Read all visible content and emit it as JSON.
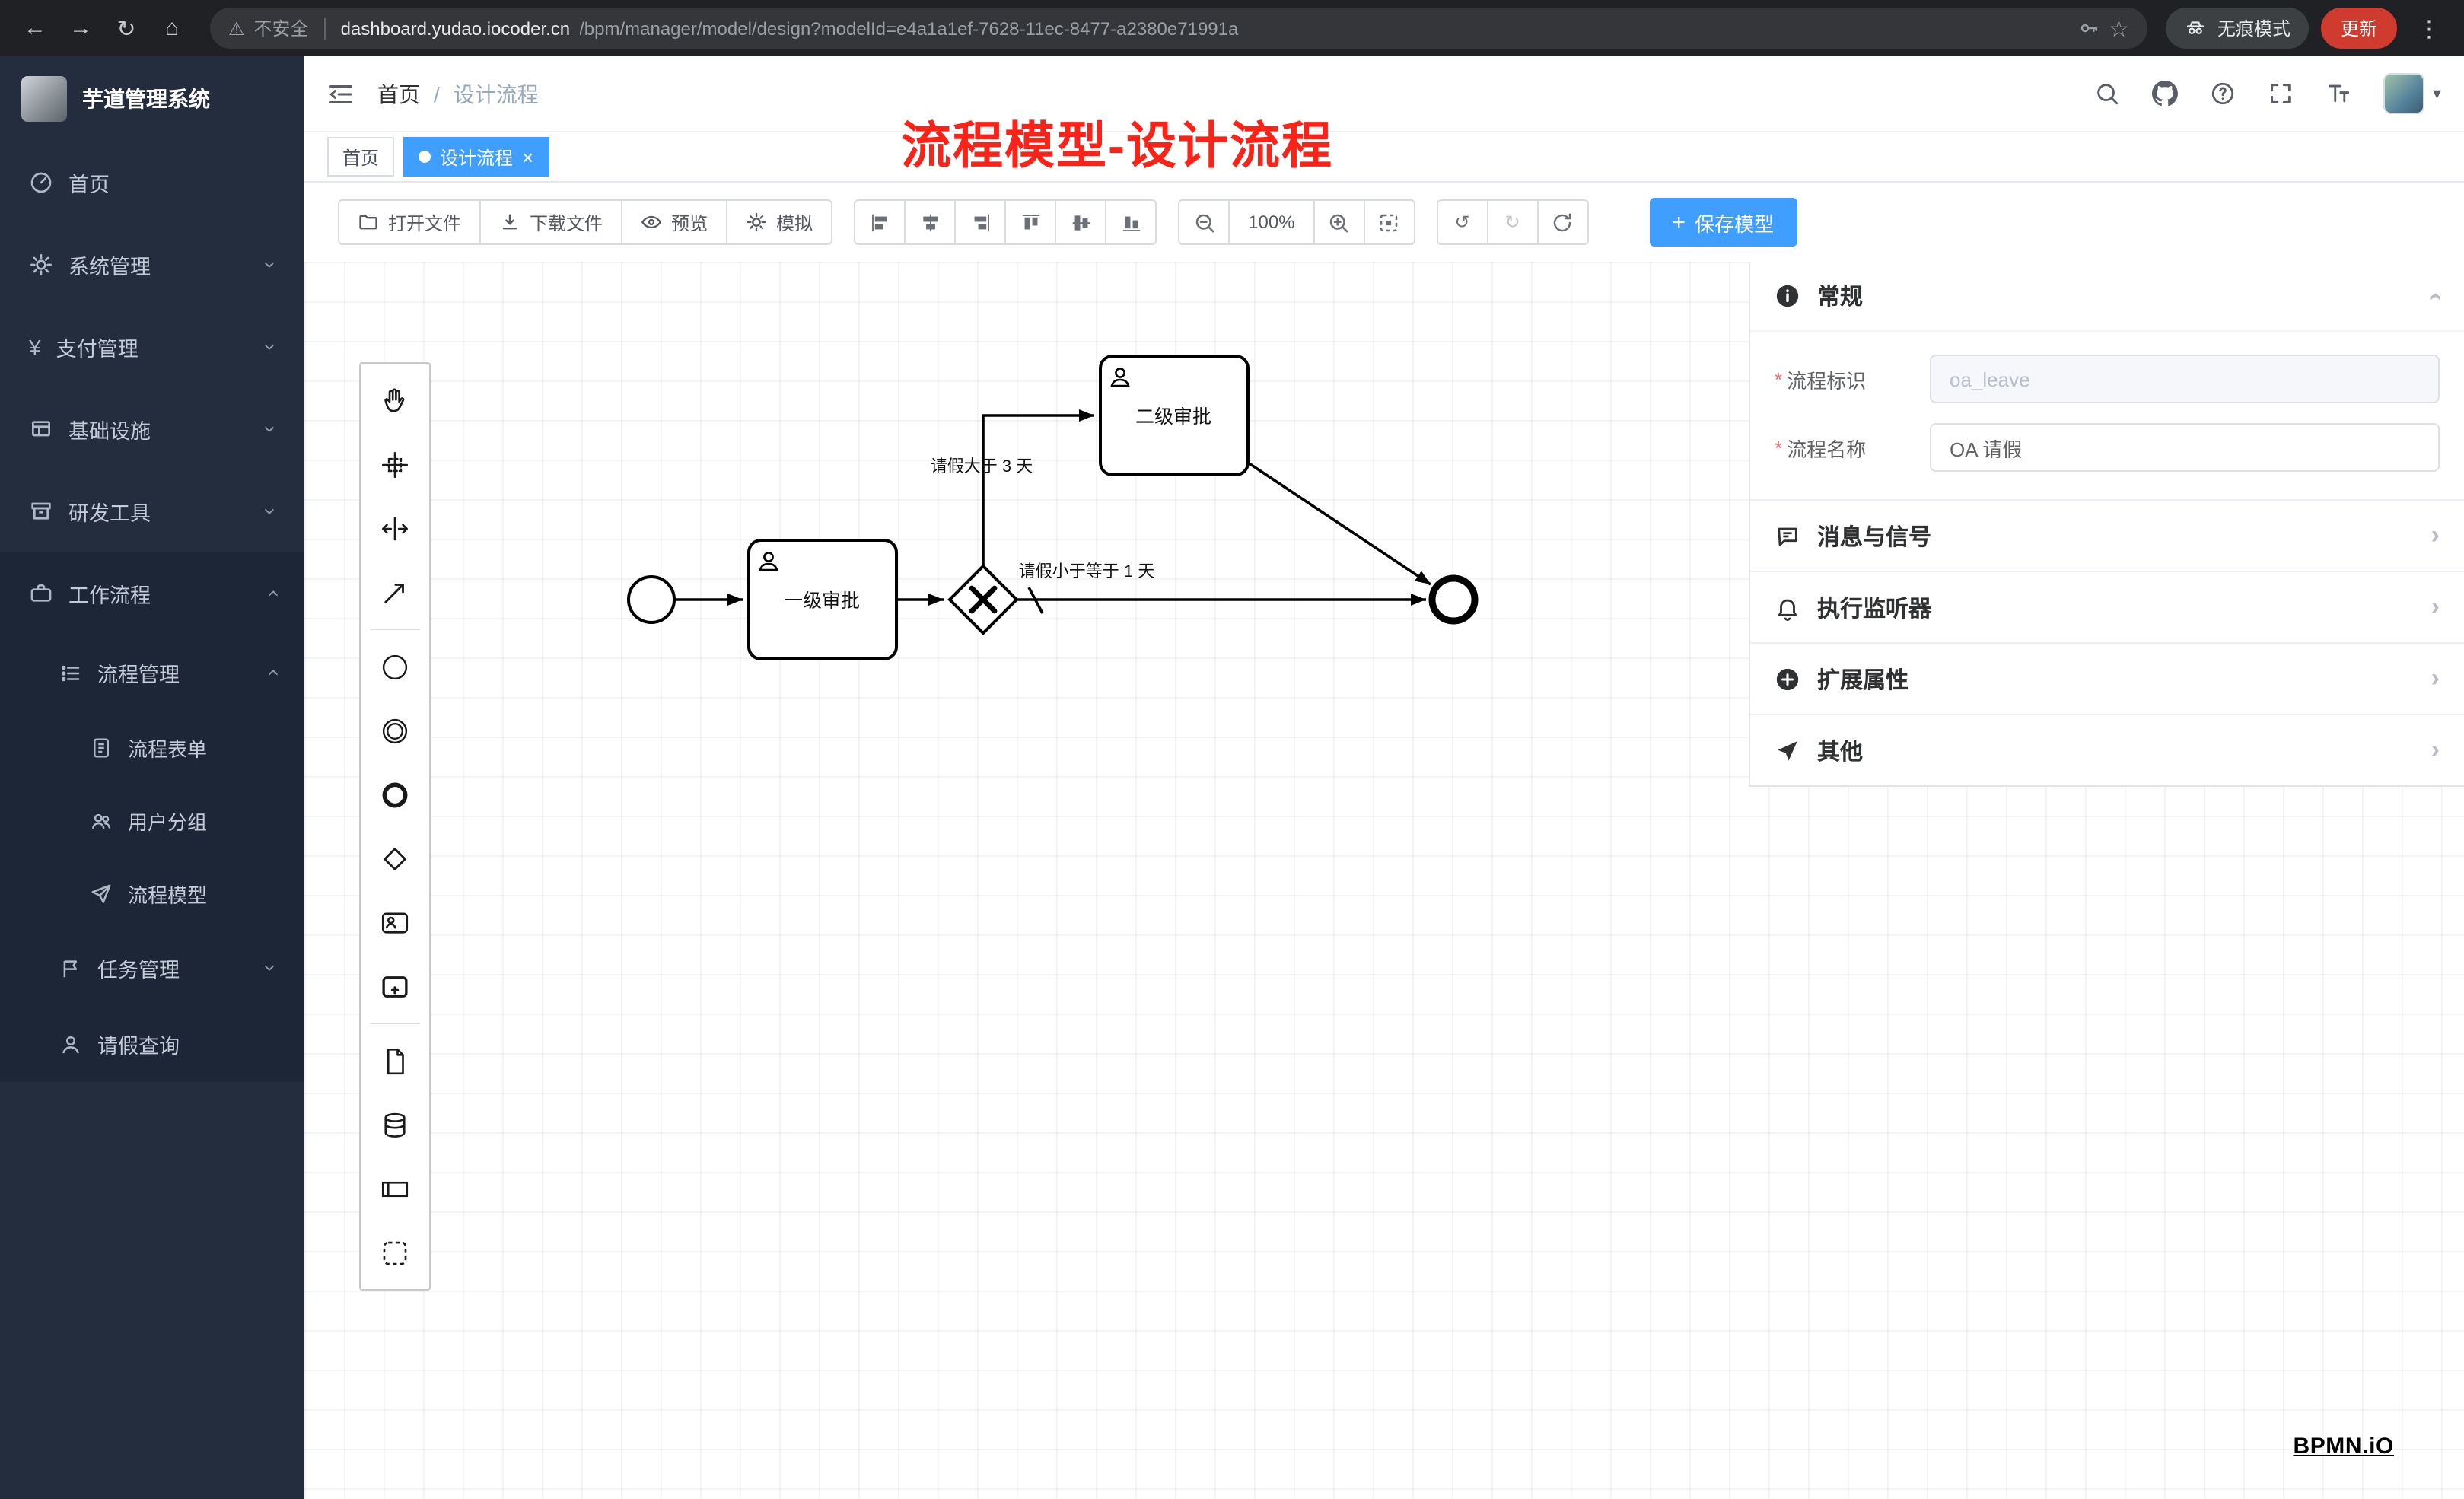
{
  "colors": {
    "accent": "#409eff",
    "annotation": "#fb2318",
    "update_badge": "#d03b2f",
    "sidebar_bg": "#232d3e"
  },
  "browser": {
    "security_label": "不安全",
    "url_host": "dashboard.yudao.iocoder.cn",
    "url_path": "/bpm/manager/model/design?modelId=e4a1a1ef-7628-11ec-8477-a2380e71991a",
    "incognito_label": "无痕模式",
    "update_label": "更新"
  },
  "icons": {
    "back": "←",
    "forward": "→",
    "reload": "↻",
    "home": "⌂",
    "warning": "⚠",
    "star": "☆",
    "kebab": "⋮",
    "caret_down": "▾",
    "chevron": "›",
    "close": "×",
    "undo": "↺",
    "redo": "↻",
    "plus": "+",
    "yen": "¥",
    "slash": "/"
  },
  "sidebar": {
    "logo_title": "芋道管理系统",
    "items": [
      {
        "label": "首页"
      },
      {
        "label": "系统管理"
      },
      {
        "label": "支付管理"
      },
      {
        "label": "基础设施"
      },
      {
        "label": "研发工具"
      },
      {
        "label": "工作流程"
      },
      {
        "label": "流程管理"
      },
      {
        "label": "流程表单"
      },
      {
        "label": "用户分组"
      },
      {
        "label": "流程模型"
      },
      {
        "label": "任务管理"
      },
      {
        "label": "请假查询"
      }
    ]
  },
  "navbar": {
    "breadcrumb_home": "首页",
    "breadcrumb_current": "设计流程"
  },
  "annotation": {
    "title": "流程模型-设计流程"
  },
  "tags": {
    "home": "首页",
    "active": "设计流程"
  },
  "toolbar": {
    "open": "打开文件",
    "download": "下载文件",
    "preview": "预览",
    "simulate": "模拟",
    "zoom_level": "100%",
    "save": "保存模型"
  },
  "diagram": {
    "task1": "一级审批",
    "task2": "二级审批",
    "flow_gt": "请假大于 3 天",
    "flow_le": "请假小于等于 1 天"
  },
  "properties": {
    "sections": {
      "general": "常规",
      "message": "消息与信号",
      "listener": "执行监听器",
      "ext": "扩展属性",
      "other": "其他"
    },
    "fields": {
      "key_label": "流程标识",
      "key_value": "oa_leave",
      "name_label": "流程名称",
      "name_value": "OA 请假"
    }
  },
  "footer": {
    "bpmn_logo": "BPMN.iO"
  }
}
